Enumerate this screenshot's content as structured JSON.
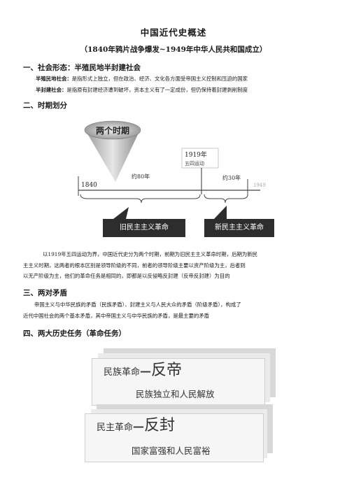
{
  "title": "中国近代史概述",
  "subtitle": "（1840年鸦片战争爆发~1949年中华人民共和国成立）",
  "sections": {
    "s1": {
      "heading": "一、社会形态：半殖民地半封建社会",
      "line1": {
        "term": "半殖民地社会：",
        "text": "是指形式上独立，但在政治、经济、文化各方面受帝国主义控制和压迫的国家"
      },
      "line2": {
        "term": "半封建社会：",
        "text": "是指原有封建经济遭到破坏，资本主义有了一定成份，但仍保持着封建剥削制度"
      }
    },
    "s2": {
      "heading": "二、时期划分",
      "diagram": {
        "funnel_label": "两个时期",
        "event_year": "1919年",
        "event_name": "五四运动",
        "year_start": "1840",
        "year_end": "1949",
        "span_left": "约80年",
        "span_right": "约30年",
        "period_left": "旧民主主义革命",
        "period_right": "新民主主义革命"
      },
      "para": [
        "以1919年五四运动为界，中国近代史分为两个时期，前期为旧民主主义革命时期，后期为新民",
        "主主义时期，这两者的根本区别是领导阶级的不同，前者的领导阶级主要以资产阶级为主，后者则",
        "以无产阶级为主，他们的革命任务是相同的，即都是以反侵略反封建（反帝反封建）为目的"
      ]
    },
    "s3": {
      "heading": "三、两对矛盾",
      "para": [
        "帝国主义与中华民族的矛盾（民族矛盾）、封建主义与人民大众的矛盾（阶级矛盾），构成了",
        "近代中国社会的两个基本矛盾，其中帝国主义与中华民族的矛盾，是最主要的矛盾"
      ]
    },
    "s4": {
      "heading": "四、两大历史任务（革命任务）",
      "card1": {
        "label": "民族革命",
        "dash": "—",
        "big": "反帝",
        "sub": "民族独立和人民解放"
      },
      "card2": {
        "label": "民主革命",
        "dash": "—",
        "big": "反封",
        "sub": "国家富强和人民富裕"
      }
    }
  }
}
